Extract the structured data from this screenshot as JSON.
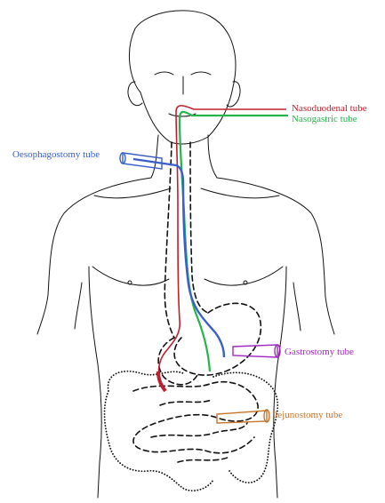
{
  "tubes": [
    {
      "id": "nasoduodenal",
      "label": "Nasoduodenal tube",
      "color": "#c0202e"
    },
    {
      "id": "nasogastric",
      "label": "Nasogastric tube",
      "color": "#25b34b"
    },
    {
      "id": "oesophagostomy",
      "label": "Oesophagostomy tube",
      "color": "#3a5fc8"
    },
    {
      "id": "gastrostomy",
      "label": "Gastrostomy tube",
      "color": "#a02bbf"
    },
    {
      "id": "jejunostomy",
      "label": "Jejunostomy tube",
      "color": "#c8752c"
    }
  ]
}
